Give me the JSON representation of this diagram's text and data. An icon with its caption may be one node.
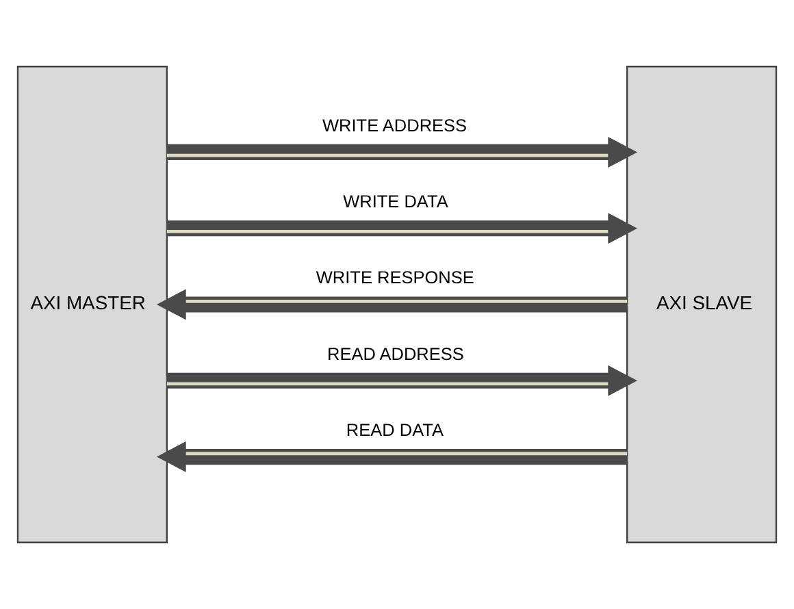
{
  "diagram": {
    "nodes": [
      {
        "text": [
          "AXI MASTER"
        ]
      },
      {
        "text": [
          "AXI SLAVE"
        ]
      }
    ],
    "edges": [
      {
        "from": 0,
        "to": 1,
        "arrow": "to",
        "label": "WRITE ADDRESS"
      },
      {
        "from": 0,
        "to": 1,
        "arrow": "to",
        "label": "WRITE DATA"
      },
      {
        "from": 1,
        "to": 0,
        "arrow": "to",
        "label": "WRITE RESPONSE"
      },
      {
        "from": 0,
        "to": 1,
        "arrow": "to",
        "label": "READ ADDRESS"
      },
      {
        "from": 1,
        "to": 0,
        "arrow": "to",
        "label": "READ DATA"
      }
    ]
  }
}
